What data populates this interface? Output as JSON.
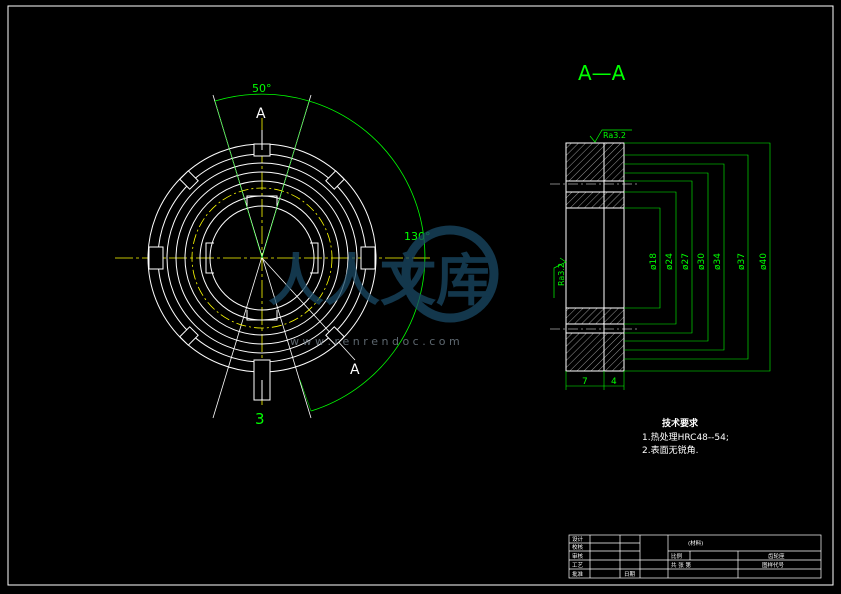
{
  "colors": {
    "background": "#000000",
    "outline": "#ffffff",
    "dimension": "#00ff00",
    "centerline": "#ffff00",
    "label": "#00ff00",
    "watermark": "#1a4a66",
    "watermark_text": "#7d8a95"
  },
  "front_view": {
    "angle_top": "50°",
    "angle_side": "130°",
    "section_mark_top": "A",
    "section_mark_bottom": "A",
    "view_number": "3"
  },
  "section_view": {
    "title": "A—A",
    "roughness_top": "Ra3.2",
    "roughness_side": "Ra3.2",
    "diameters": [
      "ø18",
      "ø24",
      "ø27",
      "ø30",
      "ø34",
      "ø37",
      "ø40"
    ],
    "width_left": "7",
    "width_right": "4"
  },
  "tech_requirements": {
    "heading": "技术要求",
    "items": [
      "1.热处理HRC48--54;",
      "2.表面无锐角."
    ]
  },
  "title_block": {
    "design_label": "设计",
    "draw_label": "校核",
    "review_label": "审核",
    "process_label": "工艺",
    "approve_label": "批准",
    "material_label": "(材料)",
    "scale_label": "比例",
    "sheet_label": "共 张 第",
    "part_name_label": "齿轮座",
    "part_code_label": "图样代号",
    "date_label": "日期"
  },
  "watermark": {
    "brand": "人人文库",
    "url": "w w w . r e n r e n d o c . c o m"
  }
}
